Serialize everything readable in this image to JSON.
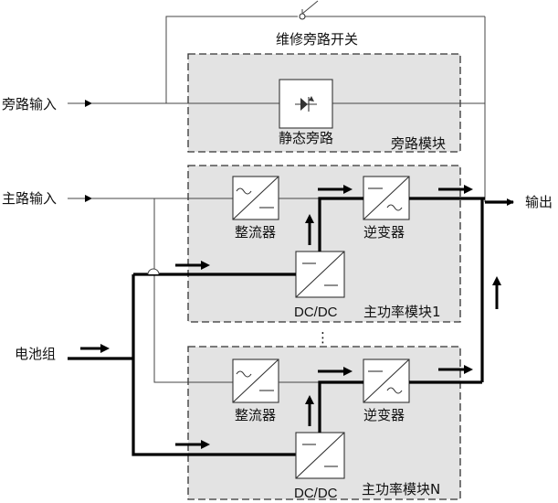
{
  "labels": {
    "maintenance_bypass_switch": "维修旁路开关",
    "bypass_input": "旁路输入",
    "static_bypass": "静态旁路",
    "bypass_module": "旁路模块",
    "main_input": "主路输入",
    "output": "输出",
    "rectifier_1": "整流器",
    "inverter_1": "逆变器",
    "dcdc_1": "DC/DC",
    "power_module_1": "主功率模块1",
    "battery_pack": "电池组",
    "ellipsis": "⋮",
    "rectifier_n": "整流器",
    "inverter_n": "逆变器",
    "dcdc_n": "DC/DC",
    "power_module_n": "主功率模块N"
  }
}
